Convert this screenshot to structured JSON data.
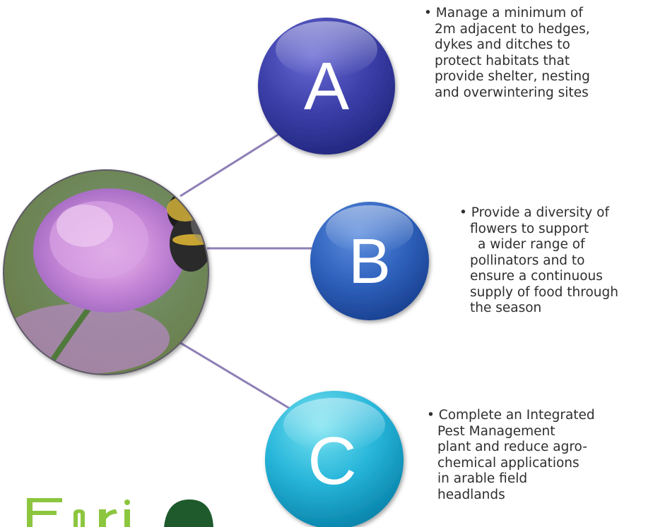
{
  "nodes": [
    {
      "letter": "A",
      "color_top": "#5757c6",
      "color_bottom": "#272c8b"
    },
    {
      "letter": "B",
      "color_top": "#4a7cd2",
      "color_bottom": "#1d4a9e"
    },
    {
      "letter": "C",
      "color_top": "#52d4ea",
      "color_bottom": "#0f95bb"
    }
  ],
  "bullets": {
    "a": [
      "• Manage a minimum of",
      "2m adjacent to hedges,",
      "dykes and ditches to",
      "protect habitats that",
      "provide shelter, nesting",
      "and overwintering sites"
    ],
    "b": [
      "• Provide a diversity of",
      "flowers to support",
      "a wider range of",
      "pollinators and to",
      "ensure a continuous",
      "supply of food through",
      "the season"
    ],
    "c": [
      "• Complete an Integrated",
      "Pest Management",
      "plant and reduce agro-",
      "chemical applications",
      "in arable field",
      "headlands"
    ]
  },
  "connector_color": "#8e7fb6",
  "photo_subject": "bumblebee-on-scabious-flower",
  "brand_color": "#8cc63f"
}
